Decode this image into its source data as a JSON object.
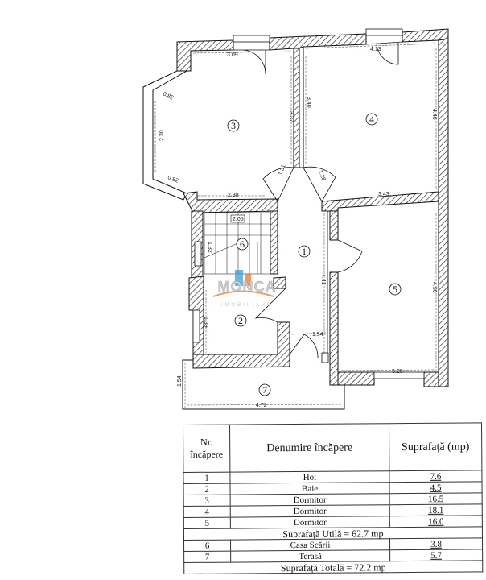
{
  "plan": {
    "rooms": [
      "1",
      "2",
      "3",
      "4",
      "5",
      "6",
      "7"
    ],
    "dimensions": {
      "r3_top": "3.09",
      "r3_bay_top": "0.82",
      "r3_bay_side": "2.30",
      "r3_bay_bottom": "0.82",
      "r3_bottom": "2.38",
      "r3_right": "3.37",
      "r4_left": "3.40",
      "r4_top": "4.13",
      "r4_right": "4.46",
      "r4_bottom": "3.43",
      "door_3": "1.31",
      "door_4": "1.28",
      "stair_top": "2.05",
      "stair_side": "1.32",
      "hall_side": "4.41",
      "hall_bottom": "1.54",
      "r2_side": "1.39",
      "r5_right": "4.90",
      "r5_bottom": "3.28",
      "terrace_side": "1.54",
      "terrace_bottom": "4.72"
    },
    "watermark": "MONCA IMOBILIARE"
  },
  "table": {
    "headers": {
      "nr": "Nr. încăpere",
      "name": "Denumire încăpere",
      "area": "Suprafață (mp)"
    },
    "rows": [
      {
        "nr": "1",
        "name": "Hol",
        "area": "7.6"
      },
      {
        "nr": "2",
        "name": "Baie",
        "area": "4.5"
      },
      {
        "nr": "3",
        "name": "Dormitor",
        "area": "16.5"
      },
      {
        "nr": "4",
        "name": "Dormitor",
        "area": "18.1"
      },
      {
        "nr": "5",
        "name": "Dormitor",
        "area": "16.0"
      }
    ],
    "useful_total": "Suprafață Utilă = 62.7 mp",
    "extra_rows": [
      {
        "nr": "6",
        "name": "Casa Scării",
        "area": "3.8"
      },
      {
        "nr": "7",
        "name": "Terasă",
        "area": "5.7"
      }
    ],
    "grand_total": "Suprafață Totală = 72.2 mp"
  }
}
